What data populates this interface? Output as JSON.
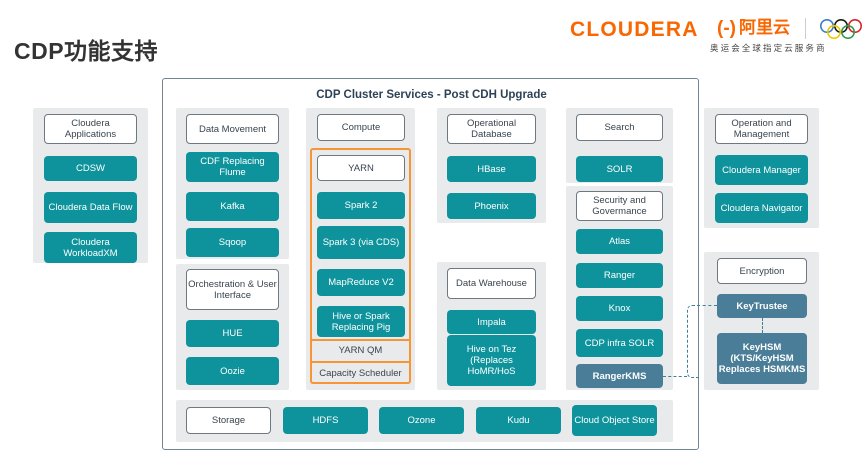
{
  "page_title": "CDP功能支持",
  "brand": {
    "cloudera": "CLOUDERA",
    "alibaba_bracket": "(-)",
    "alibaba_cn": "阿里云",
    "olympic_tagline": "奥运会全球指定云服务商",
    "accent_orange": "#f96702"
  },
  "colors": {
    "teal": "#0e939c",
    "slate": "#4a7d97",
    "group_gray": "#e9eaeb",
    "highlight_orange": "#f79433",
    "panel_border": "#6f8592"
  },
  "cluster_panel": {
    "title": "CDP Cluster Services - Post CDH Upgrade"
  },
  "columns": {
    "cloudera_applications": {
      "header": "Cloudera Applications",
      "items": [
        "CDSW",
        "Cloudera Data Flow",
        "Cloudera WorkloadXM"
      ]
    },
    "data_movement": {
      "header": "Data Movement",
      "items": [
        "CDF Replacing Flume",
        "Kafka",
        "Sqoop"
      ]
    },
    "orchestration": {
      "header": "Orchestration & User Interface",
      "items": [
        "HUE",
        "Oozie"
      ]
    },
    "compute": {
      "header": "Compute",
      "yarn": "YARN",
      "items": [
        "Spark 2",
        "Spark 3 (via CDS)",
        "MapReduce V2",
        "Hive or Spark Replacing Pig"
      ],
      "plain_items": [
        "YARN QM",
        "Capacity Scheduler"
      ]
    },
    "operational_database": {
      "header": "Operational Database",
      "items": [
        "HBase",
        "Phoenix"
      ]
    },
    "data_warehouse": {
      "header": "Data Warehouse",
      "items": [
        "Impala",
        "Hive on Tez (Replaces HoMR/HoS"
      ]
    },
    "search": {
      "header": "Search",
      "items": [
        "SOLR"
      ]
    },
    "security_governance": {
      "header": "Security and Govermance",
      "items": [
        "Atlas",
        "Ranger",
        "Knox",
        "CDP infra SOLR"
      ],
      "slate_items": [
        "RangerKMS"
      ]
    },
    "operation_management": {
      "header": "Operation and Management",
      "items": [
        "Cloudera Manager",
        "Cloudera Navigator"
      ]
    },
    "encryption": {
      "header": "Encryption",
      "slate_items": [
        "KeyTrustee",
        "KeyHSM (KTS/KeyHSM Replaces HSMKMS"
      ]
    },
    "storage": {
      "header": "Storage",
      "items": [
        "HDFS",
        "Ozone",
        "Kudu",
        "Cloud Object Store"
      ]
    }
  }
}
